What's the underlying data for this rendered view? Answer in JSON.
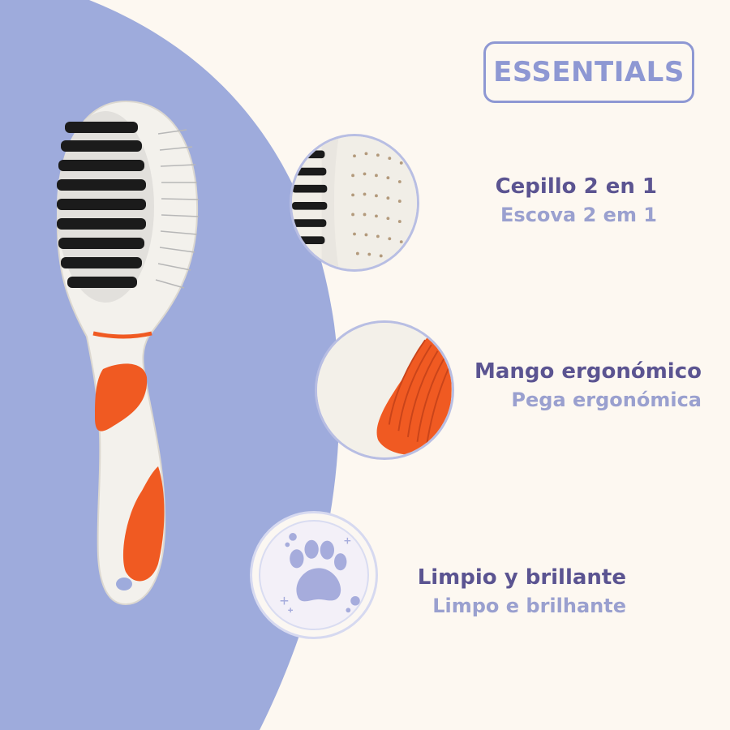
{
  "badge": {
    "label": "ESSENTIALS"
  },
  "features": [
    {
      "es": "Cepillo 2 en 1",
      "pt": "Escova 2 em 1",
      "icon": "brush-closeup"
    },
    {
      "es": "Mango ergonómico",
      "pt": "Pega ergonómica",
      "icon": "handle-closeup"
    },
    {
      "es": "Limpio y brillante",
      "pt": "Limpo e brilhante",
      "icon": "paw-icon"
    }
  ],
  "colors": {
    "background": "#fdf8f1",
    "blob": "#9eabdc",
    "accent": "#8e98d3",
    "heading": "#5b5491",
    "subheading": "#9aa0cf",
    "grip_orange": "#f05a22"
  }
}
